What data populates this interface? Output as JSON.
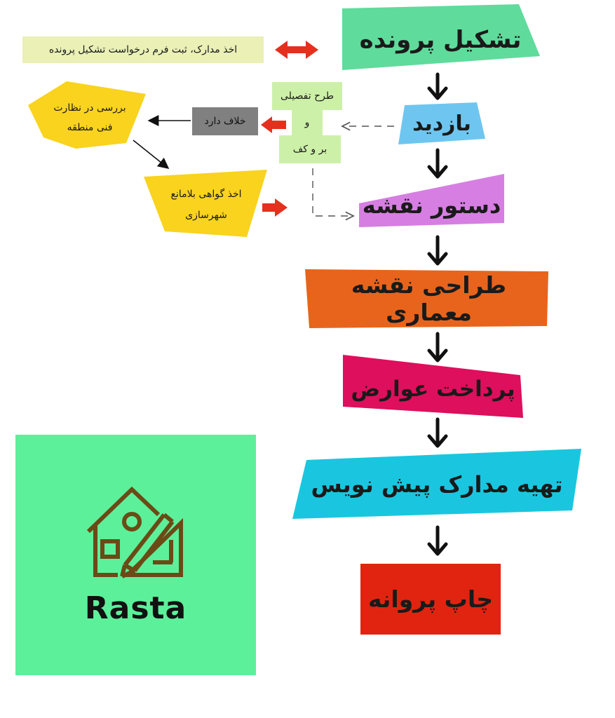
{
  "colors": {
    "step1": "#5fdb9c",
    "step2": "#6ec6f0",
    "step3": "#d67ee2",
    "step4": "#e8641c",
    "step5": "#de0f5c",
    "step6": "#1ac6df",
    "step7": "#e12410",
    "document_box": "#eaf0b6",
    "plan_box": "#cdf0a8",
    "violation_box": "#808080",
    "review_box": "#f9d31e",
    "certificate_box": "#f9d31e",
    "red_arrow": "#e5301e",
    "logo_bg": "#5cf09a",
    "logo_icon": "#6b4a16"
  },
  "main_flow": {
    "step1": "تشکیل پرونده",
    "step2": "بازدید",
    "step3": "دستور نقشه",
    "step4": "طراحی نقشه معماری",
    "step5": "پرداخت عوارض",
    "step6": "تهیه مدارک پیش نویس",
    "step7": "چاپ پروانه"
  },
  "side_flow": {
    "documents": "اخذ مدارک، ثبت فرم درخواست تشکیل پرونده",
    "detailed_plan_line1": "طرح تفصیلی",
    "detailed_plan_line2": "و",
    "detailed_plan_line3": "بر و کف",
    "violation": "خلاف دارد",
    "review_line1": "بررسی در نظارت",
    "review_line2": "فنی منطقه",
    "certificate_line1": "اخذ گواهی بلامانع",
    "certificate_line2": "شهرسازی"
  },
  "logo": {
    "brand": "Rasta",
    "icon": "house-ruler-pencil-icon"
  }
}
